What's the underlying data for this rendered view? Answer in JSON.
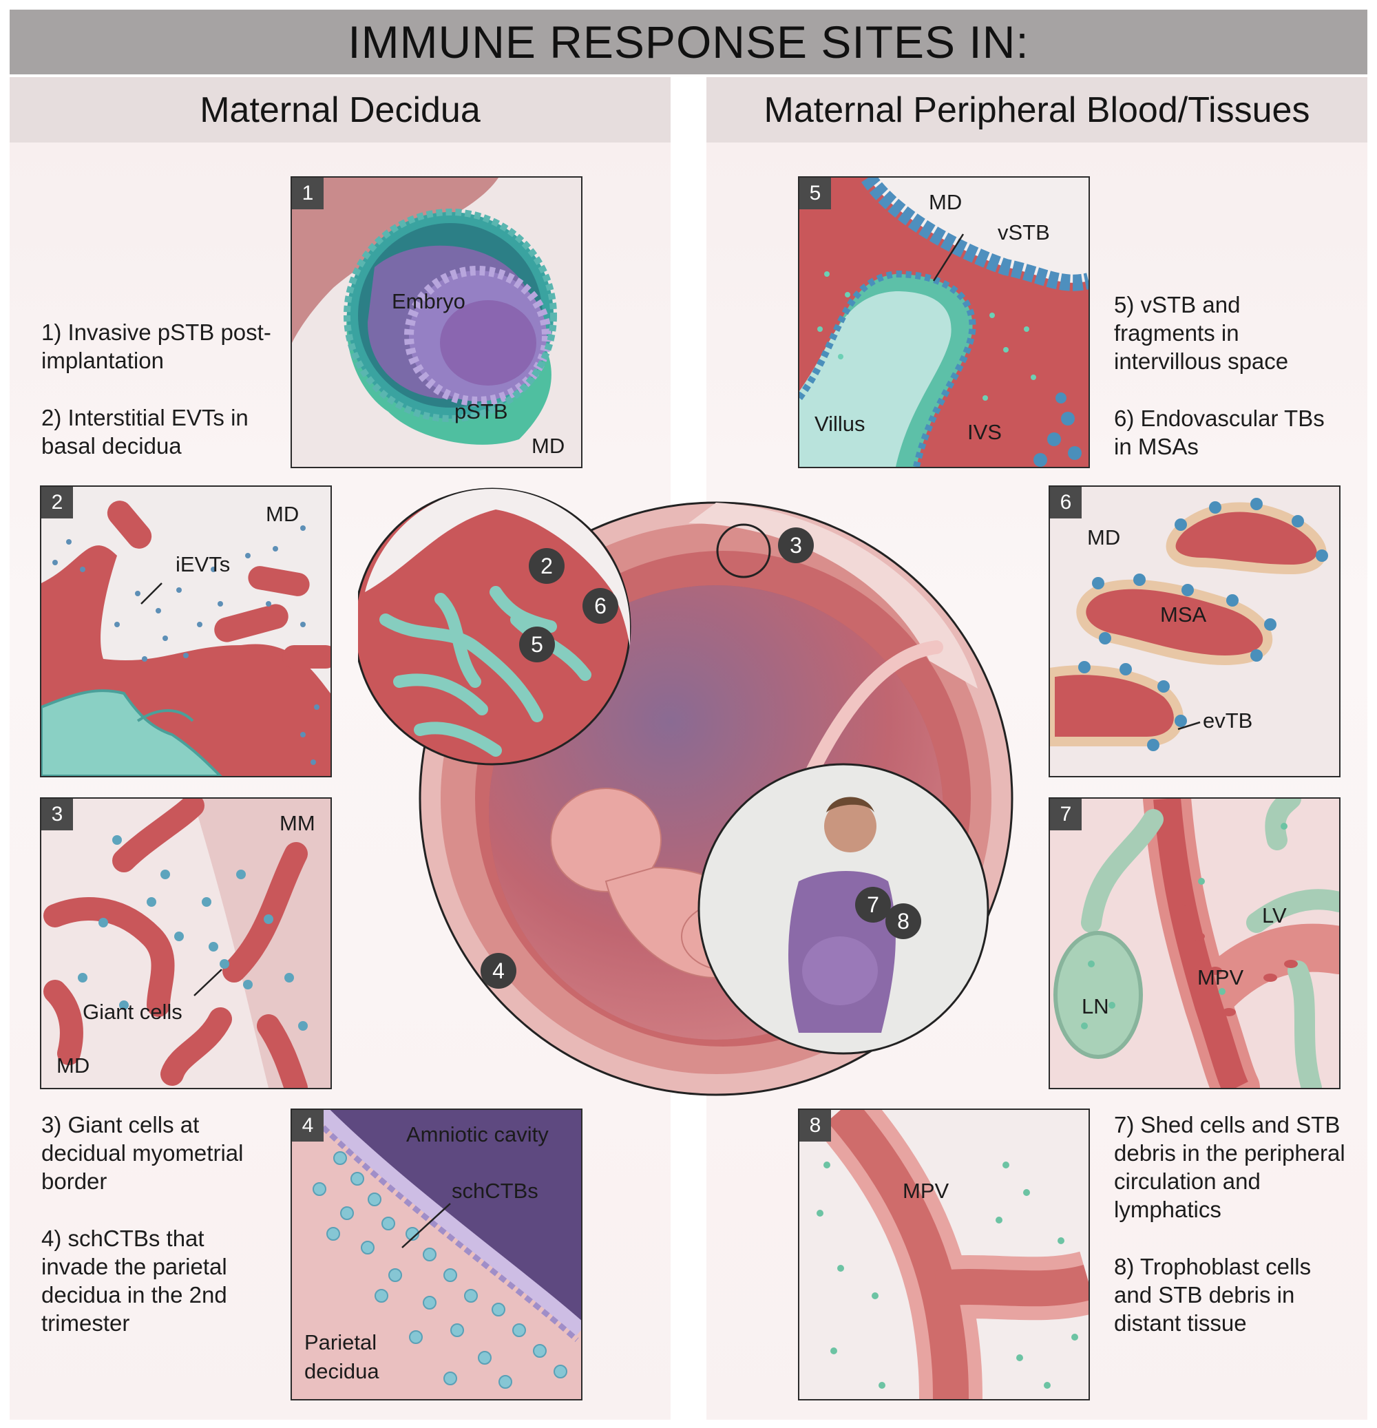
{
  "title": "IMMUNE RESPONSE SITES IN:",
  "columns": {
    "left": "Maternal Decidua",
    "right": "Maternal Peripheral Blood/Tissues"
  },
  "captions": {
    "c1": "1) Invasive pSTB post-implantation",
    "c2": "2) Interstitial EVTs in basal decidua",
    "c3": "3) Giant cells at decidual myometrial border",
    "c4": "4) schCTBs that invade the parietal decidua in the 2nd trimester",
    "c5": "5) vSTB and fragments in intervillous space",
    "c6": "6) Endovascular TBs in MSAs",
    "c7": "7) Shed cells and STB debris in the peripheral circulation and lymphatics",
    "c8": "8) Trophoblast cells and STB debris in distant tissue"
  },
  "panels": {
    "p1": {
      "num": "1",
      "labels": {
        "embryo": "Embryo",
        "pstb": "pSTB",
        "md": "MD"
      }
    },
    "p2": {
      "num": "2",
      "labels": {
        "md": "MD",
        "ievts": "iEVTs"
      }
    },
    "p3": {
      "num": "3",
      "labels": {
        "mm": "MM",
        "giant": "Giant cells",
        "md": "MD"
      }
    },
    "p4": {
      "num": "4",
      "labels": {
        "amniotic": "Amniotic cavity",
        "schctbs": "schCTBs",
        "parietal1": "Parietal",
        "parietal2": "decidua"
      }
    },
    "p5": {
      "num": "5",
      "labels": {
        "md": "MD",
        "vstb": "vSTB",
        "villus": "Villus",
        "ivs": "IVS"
      }
    },
    "p6": {
      "num": "6",
      "labels": {
        "md": "MD",
        "msa": "MSA",
        "evtb": "evTB"
      }
    },
    "p7": {
      "num": "7",
      "labels": {
        "lv": "LV",
        "mpv": "MPV",
        "ln": "LN"
      }
    },
    "p8": {
      "num": "8",
      "labels": {
        "mpv": "MPV"
      }
    }
  },
  "center_badges": [
    "2",
    "3",
    "4",
    "5",
    "6",
    "7",
    "8"
  ],
  "colors": {
    "title_bar": "#a6a3a3",
    "column_header": "#e6dddd",
    "vessel_red": "#c9575a",
    "trophoblast_teal": "#6cc3b3",
    "cell_blue": "#4a8db5",
    "amnion_purple": "#6b4f86",
    "badge": "#3d3d3d"
  }
}
